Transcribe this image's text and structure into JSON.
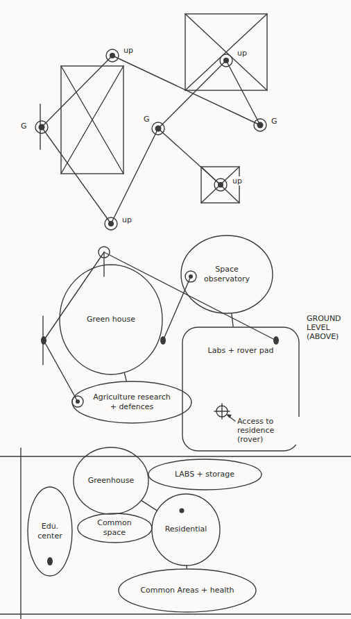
{
  "diagram": {
    "nodes": [
      {
        "text": [
          "Green house"
        ]
      },
      {
        "text": [
          "Space observatory"
        ]
      },
      {
        "text": [
          "Agriculture research + defences"
        ]
      },
      {
        "text": [
          "Labs + rover pad"
        ]
      },
      {
        "text": [
          "Greenhouse"
        ]
      },
      {
        "text": [
          "LABS + storage"
        ]
      },
      {
        "text": [
          "Edu. center"
        ]
      },
      {
        "text": [
          "Common space"
        ]
      },
      {
        "text": [
          "Residential"
        ]
      },
      {
        "text": [
          "Common Areas + health"
        ]
      }
    ],
    "edges": [
      {
        "from": 0,
        "to": 2,
        "arrow": "none"
      },
      {
        "from": 1,
        "to": 3,
        "arrow": "none"
      },
      {
        "from": 4,
        "to": 8,
        "arrow": "none"
      },
      {
        "from": 8,
        "to": 9,
        "arrow": "none"
      }
    ],
    "labels": [
      "up",
      "G",
      "up",
      "G",
      "G",
      "up",
      "up",
      "GROUND LEVEL (ABOVE)",
      "Access to residence (rover)"
    ]
  }
}
